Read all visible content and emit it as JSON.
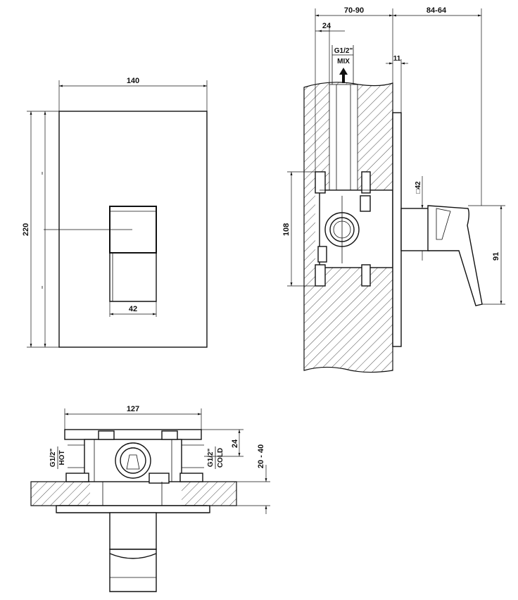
{
  "front_view": {
    "width_label": "140",
    "height_label": "220",
    "handle_width_label": "42"
  },
  "side_view": {
    "depth_total_label": "70-90",
    "depth_outer_label": "84-64",
    "inlet_offset_label": "24",
    "plate_thickness_label": "11",
    "outlet_label": "G1/2\"",
    "outlet_sub_label": "MIX",
    "body_height_label": "108",
    "stem_label": "□42",
    "lever_height_label": "91"
  },
  "top_view": {
    "width_label": "127",
    "hot_label": "G1/2\"",
    "hot_sub_label": "HOT",
    "cold_label": "G1/2\"",
    "cold_sub_label": "COLD",
    "offset_label": "24",
    "wall_label": "20 - 40"
  }
}
